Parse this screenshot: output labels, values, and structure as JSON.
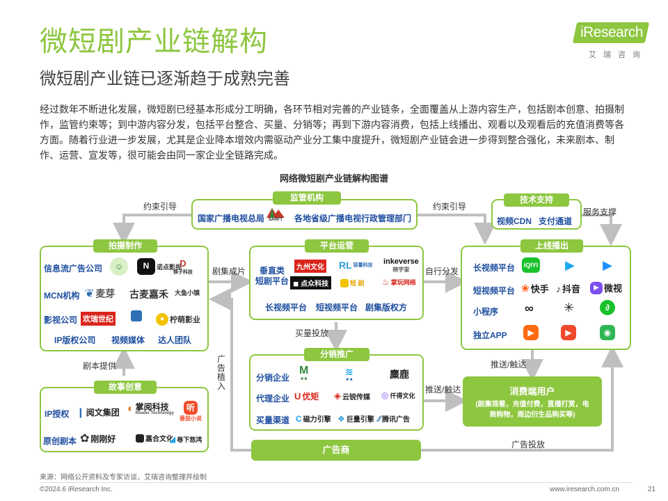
{
  "page": {
    "title": "微短剧产业链解构",
    "subtitle": "微短剧产业链已逐渐趋于成熟完善",
    "intro": "经过数年不断进化发展，微短剧已经基本形成分工明确，各环节相对完善的产业链条，全面覆盖从上游内容生产，包括剧本创意、拍摄制作，监管约束等；到中游内容分发，包括平台整合、买量、分销等；再到下游内容消费，包括上线播出、观看以及观看后的充值消费等各方面。随着行业进一步发展，尤其是企业降本增效内需驱动产业分工集中度提升，微短剧产业链会进一步得到整合强化，未来剧本、制作、运营、宣发等，很可能会由同一家企业全链路完成。",
    "map_title": "网络微短剧产业链解构图谱"
  },
  "brand": {
    "name": "iResearch",
    "cn": "艾瑞咨询"
  },
  "supervision": {
    "tag": "监管机构",
    "item1": "国家广播电视总局",
    "item2": "各地省级广播电视行政管理部门",
    "logo_text": "SARFT"
  },
  "tech": {
    "tag": "技术支持",
    "item1": "视频CDN",
    "item2": "支付通道"
  },
  "production": {
    "tag": "拍摄制作",
    "rows": [
      {
        "label": "信息流广告公司",
        "logos": [
          "",
          "诺点影视",
          "筷子科技"
        ]
      },
      {
        "label": "MCN机构",
        "logos": [
          "麦芽",
          "古麦嘉禾",
          "大鱼小镇"
        ]
      },
      {
        "label": "影视公司",
        "logos": [
          "欢瑞世纪",
          "",
          "柠萌影业"
        ]
      }
    ],
    "bottom": [
      "IP版权公司",
      "视频媒体",
      "达人团队"
    ]
  },
  "platform_ops": {
    "tag": "平台运营",
    "left_label_1": "垂直类",
    "left_label_2": "短剧平台",
    "logos": [
      "九州文化",
      "容量科技",
      "inkeverse",
      "映宇宙",
      "点众科技",
      "",
      "掌玩网络"
    ],
    "bottom": [
      "长视频平台",
      "短视频平台",
      "剧集版权方"
    ]
  },
  "launch": {
    "tag": "上线播出",
    "rows": [
      {
        "label": "长视频平台",
        "logos": [
          "iQIYI",
          "▶",
          "▶"
        ]
      },
      {
        "label": "短视频平台",
        "logos": [
          "快手",
          "抖音",
          "微视"
        ]
      },
      {
        "label": "小程序",
        "logos": [
          "∞",
          "✳",
          "∂"
        ]
      },
      {
        "label": "独立APP",
        "logos": [
          "▶",
          "▶",
          "◉"
        ]
      }
    ]
  },
  "distribution": {
    "tag": "分销推广",
    "rows": [
      {
        "label": "分销企业",
        "logos": [
          "",
          "",
          "麋鹿"
        ]
      },
      {
        "label": "代理企业",
        "logos": [
          "优矩",
          "云锐传媒",
          "仟得文化"
        ]
      },
      {
        "label": "买量渠道",
        "logos": [
          "磁力引擎",
          "巨量引擎",
          "腾讯广告"
        ]
      }
    ]
  },
  "story": {
    "tag": "故事创意",
    "rows": [
      {
        "label": "IP授权",
        "logos": [
          "阅文集团",
          "掌阅科技",
          "Reader Technology",
          "番茄小说"
        ]
      },
      {
        "label": "原创剧本",
        "logos": [
          "刚刚好",
          "嘉合文化",
          "巷下悠鸿"
        ]
      }
    ]
  },
  "consumer": {
    "title": "消费端用户",
    "desc": "(剧集观看，充值付费，直播打赏，电商购物，周边衍生品购买等)"
  },
  "advertiser": "广告商",
  "arrows": {
    "constraint_left": "约束引导",
    "constraint_right": "约束引导",
    "service": "服务支撑",
    "finished": "剧集成片",
    "self_dist": "自行分发",
    "buy": "买量投放",
    "script": "剧本提供",
    "ad_place": "广告植入",
    "push1": "推送/触达",
    "push2": "推送/触达",
    "ad_invest": "广告投放"
  },
  "footer": {
    "source": "来源：网络公开资料及专家访谈，艾瑞咨询整理并绘制",
    "copyright": "©2024.6 iResearch Inc.",
    "url": "www.iresearch.com.cn",
    "page": "21"
  },
  "colors": {
    "accent": "#8dc63f",
    "blue_text": "#1f4fa0",
    "arrow": "#bfbfbf"
  }
}
